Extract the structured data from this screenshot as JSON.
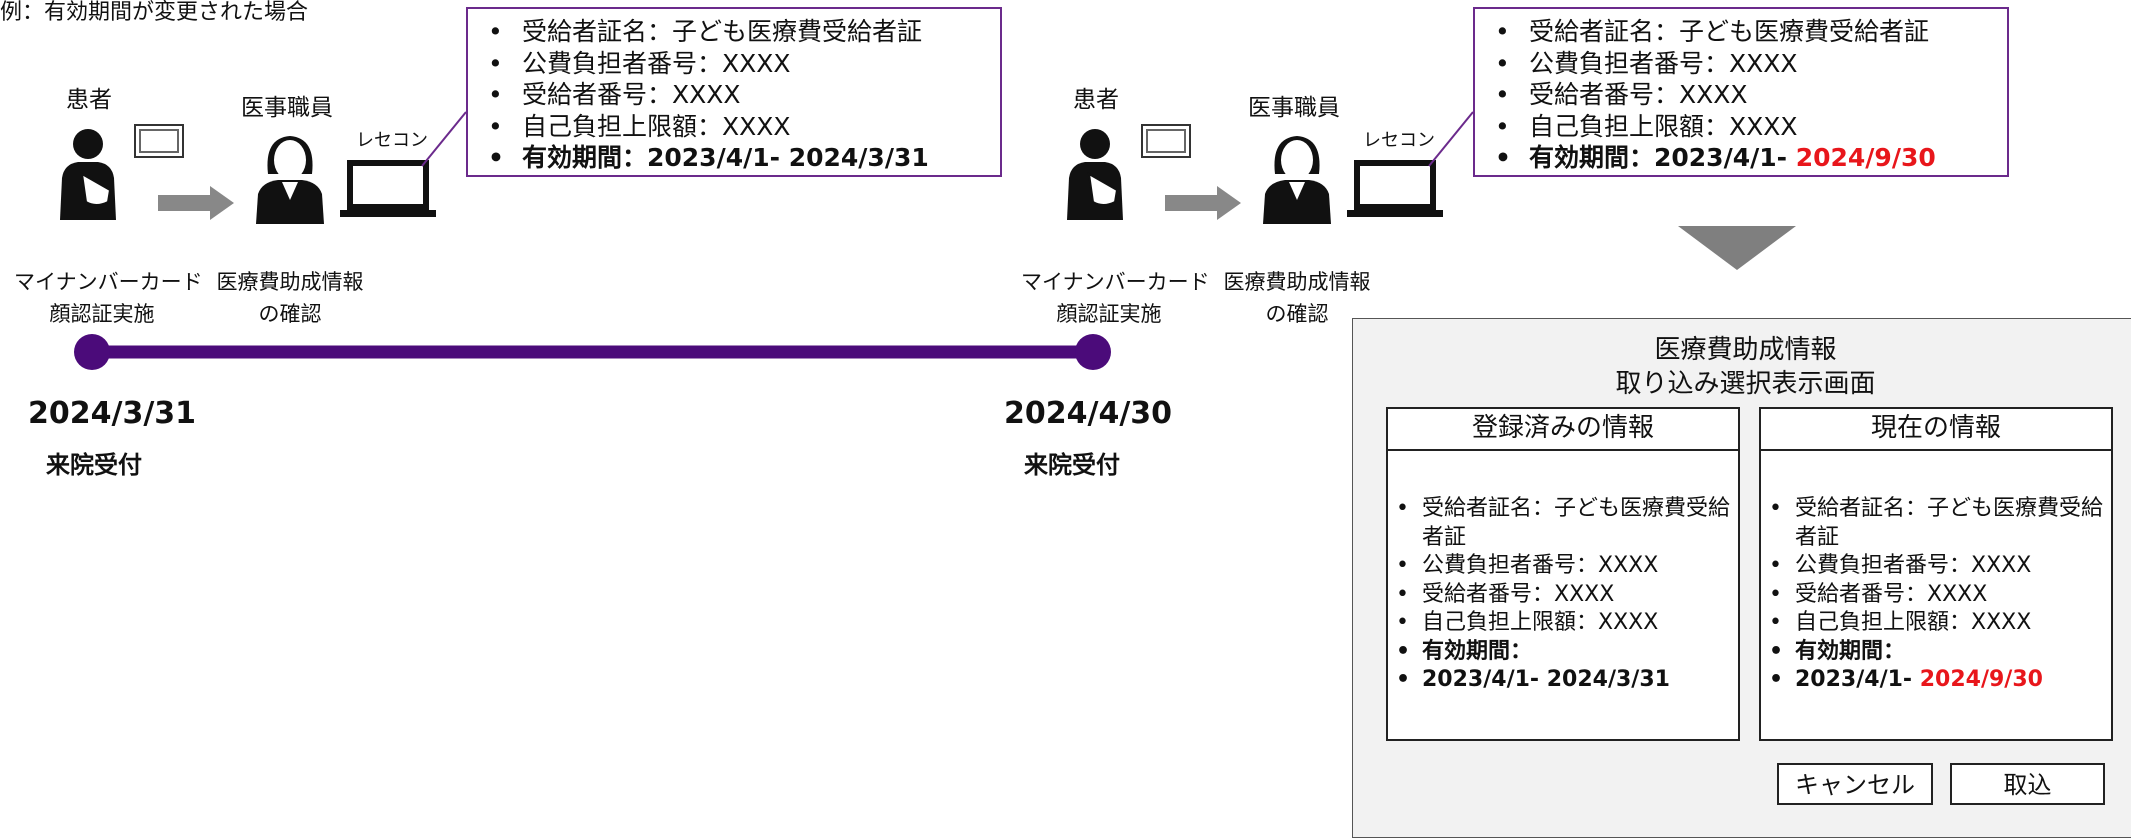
{
  "heading": "例：有効期間が変更された場合",
  "scenes": [
    {
      "patient_label": "患者",
      "staff_label": "医事職員",
      "rececon_label": "レセコン",
      "card_caption": [
        "マイナンバーカード",
        "顔認証実施"
      ],
      "confirm_caption": [
        "医療費助成情報",
        "の確認"
      ],
      "date": "2024/3/31",
      "reception": "来院受付",
      "callout": {
        "items": [
          "受給者証名：子ども医療費受給者証",
          "公費負担者番号：XXXX",
          "受給者番号：XXXX",
          "自己負担上限額：XXXX"
        ],
        "validity_label": "有効期間：2023/4/1- ",
        "validity_end": "2024/3/31"
      }
    },
    {
      "patient_label": "患者",
      "staff_label": "医事職員",
      "rececon_label": "レセコン",
      "card_caption": [
        "マイナンバーカード",
        "顔認証実施"
      ],
      "confirm_caption": [
        "医療費助成情報",
        "の確認"
      ],
      "date": "2024/4/30",
      "reception": "来院受付",
      "callout": {
        "items": [
          "受給者証名：子ども医療費受給者証",
          "公費負担者番号：XXXX",
          "受給者番号：XXXX",
          "自己負担上限額：XXXX"
        ],
        "validity_label": "有効期間：2023/4/1- ",
        "validity_end": "2024/9/30"
      }
    }
  ],
  "dialog": {
    "title": [
      "医療費助成情報",
      "取り込み選択表示画面"
    ],
    "registered": {
      "header": "登録済みの情報",
      "items": [
        "受給者証名：子ども医療費受給者証",
        "公費負担者番号：XXXX",
        "受給者番号：XXXX",
        "自己負担上限額：XXXX"
      ],
      "validity_label": "有効期間：",
      "validity_range": "2023/4/1- ",
      "validity_end": "2024/3/31"
    },
    "current": {
      "header": "現在の情報",
      "items": [
        "受給者証名：子ども医療費受給者証",
        "公費負担者番号：XXXX",
        "受給者番号：XXXX",
        "自己負担上限額：XXXX"
      ],
      "validity_label": "有効期間：",
      "validity_range": "2023/4/1- ",
      "validity_end": "2024/9/30"
    },
    "cancel_label": "キャンセル",
    "import_label": "取込"
  },
  "colors": {
    "timeline": "#4b0b7a",
    "callout_border": "#6b2a8c",
    "changed_value": "#e8161b",
    "arrow": "#888888"
  }
}
